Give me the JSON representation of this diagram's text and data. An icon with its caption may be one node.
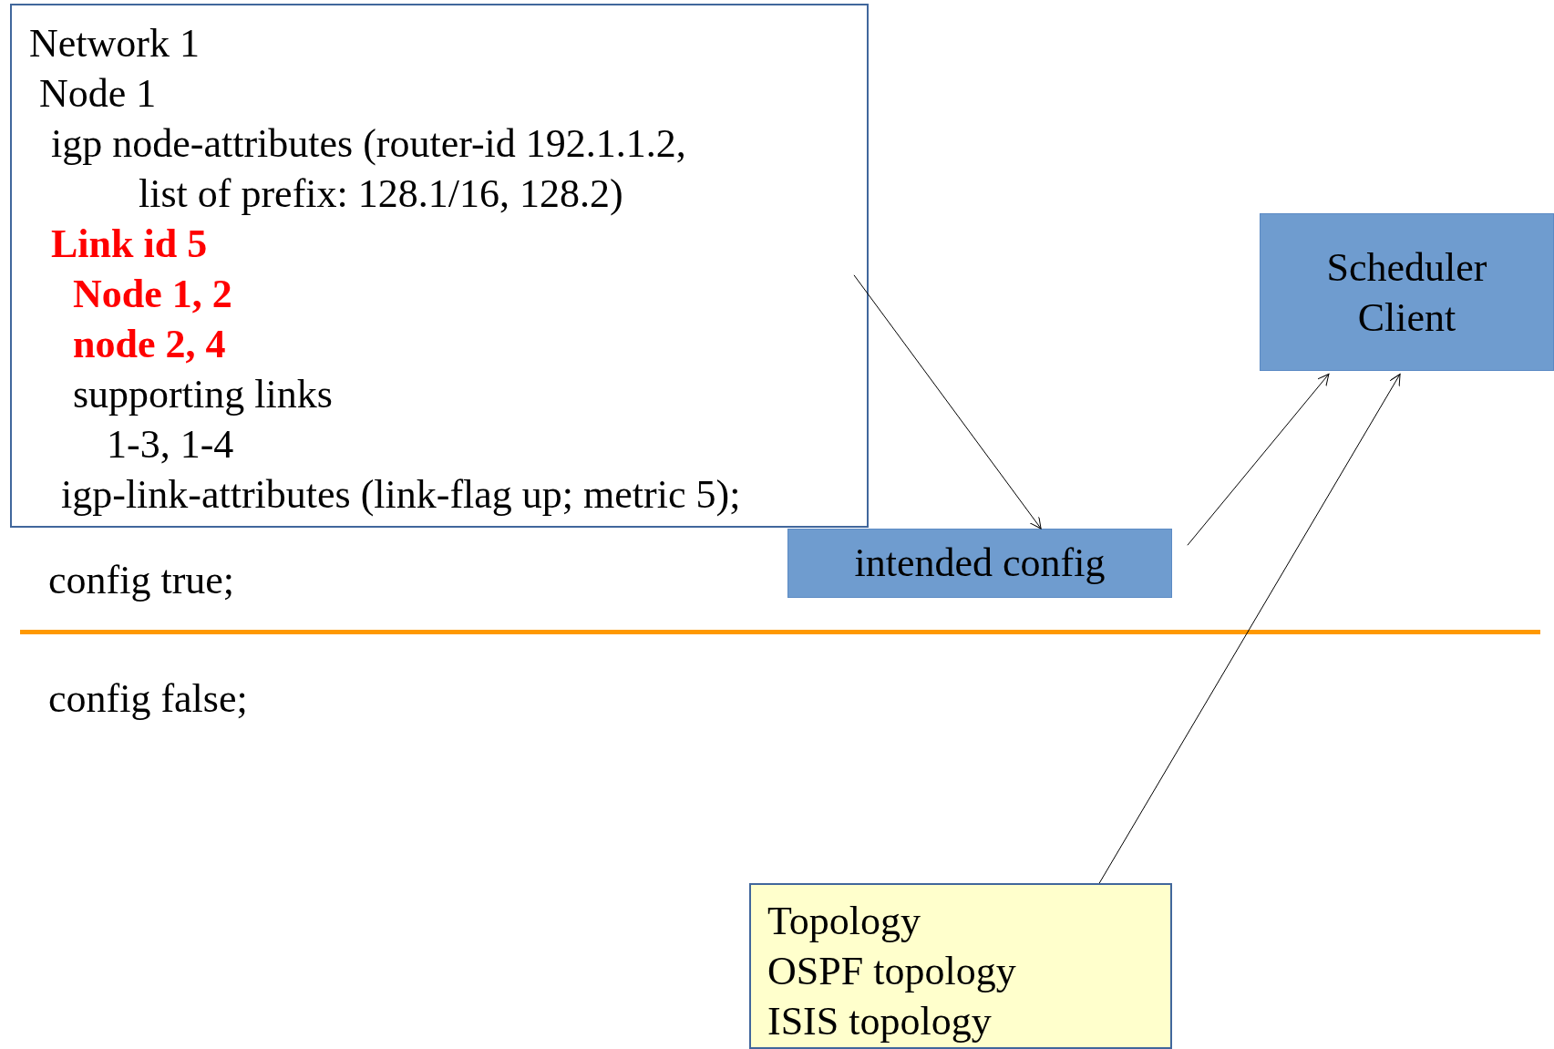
{
  "diagram": {
    "nodes": [
      {
        "text": [
          "Network 1",
          "Node 1",
          "igp node-attributes (router-id 192.1.1.2,",
          "list of prefix: 128.1/16, 128.2)",
          "**Link id 5**",
          "**Node 1, 2**",
          "**node 2, 4**",
          "supporting links",
          "1-3, 1-4",
          "igp-link-attributes (link-flag up; metric 5);"
        ]
      },
      {
        "text": [
          "intended config"
        ]
      },
      {
        "text": [
          "Scheduler Client"
        ]
      },
      {
        "text": [
          "Topology",
          "OSPF topology",
          "ISIS topology"
        ]
      }
    ],
    "edges": [
      {
        "from": 0,
        "to": 1,
        "arrow": "to"
      },
      {
        "from": 1,
        "to": 2,
        "arrow": "to"
      },
      {
        "from": 3,
        "to": 2,
        "arrow": "to"
      }
    ],
    "labels": [
      "config true;",
      "config false;"
    ]
  }
}
